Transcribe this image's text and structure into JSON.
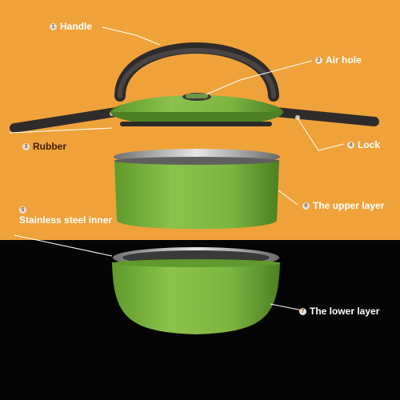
{
  "colors": {
    "bg_orange": "#f0a23a",
    "bg_black": "#050505",
    "bowl_green": "#7db542",
    "handle": "#3c3838",
    "label_light": "#ffffff",
    "label_dark": "#3b1f07"
  },
  "callouts": [
    {
      "num": "1",
      "label": "Handle"
    },
    {
      "num": "2",
      "label": "Air hole"
    },
    {
      "num": "3",
      "label": "Rubber"
    },
    {
      "num": "4",
      "label": "Lock"
    },
    {
      "num": "5",
      "label": ""
    },
    {
      "num": "6",
      "label": "The upper layer"
    },
    {
      "num": "7",
      "label": "The lower layer"
    }
  ],
  "callout5_label": "Stainless steel inner"
}
